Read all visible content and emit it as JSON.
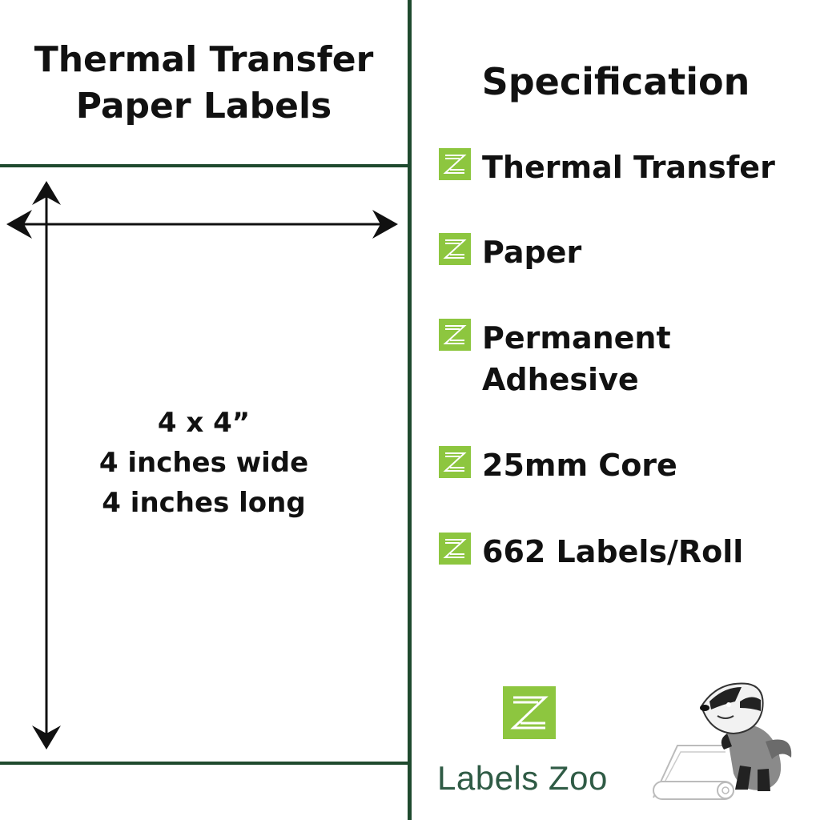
{
  "title": {
    "line1": "Thermal Transfer",
    "line2": "Paper Labels"
  },
  "dimensions": {
    "line1": "4 x 4”",
    "line2": "4 inches wide",
    "line3": "4 inches long"
  },
  "specification": {
    "heading": "Specification",
    "items": [
      {
        "label": "Thermal Transfer"
      },
      {
        "label": "Paper"
      },
      {
        "label": "Permanent",
        "label2": "Adhesive"
      },
      {
        "label": "25mm Core"
      },
      {
        "label": "662 Labels/Roll"
      }
    ]
  },
  "brand": {
    "name": "Labels Zoo"
  },
  "icons": {
    "bullet": "z-logo-icon",
    "mascot": "badger-with-label-roll-icon"
  },
  "colors": {
    "divider": "#1f4a2e",
    "accent": "#8dc63f",
    "brand_text": "#2f5b45"
  }
}
